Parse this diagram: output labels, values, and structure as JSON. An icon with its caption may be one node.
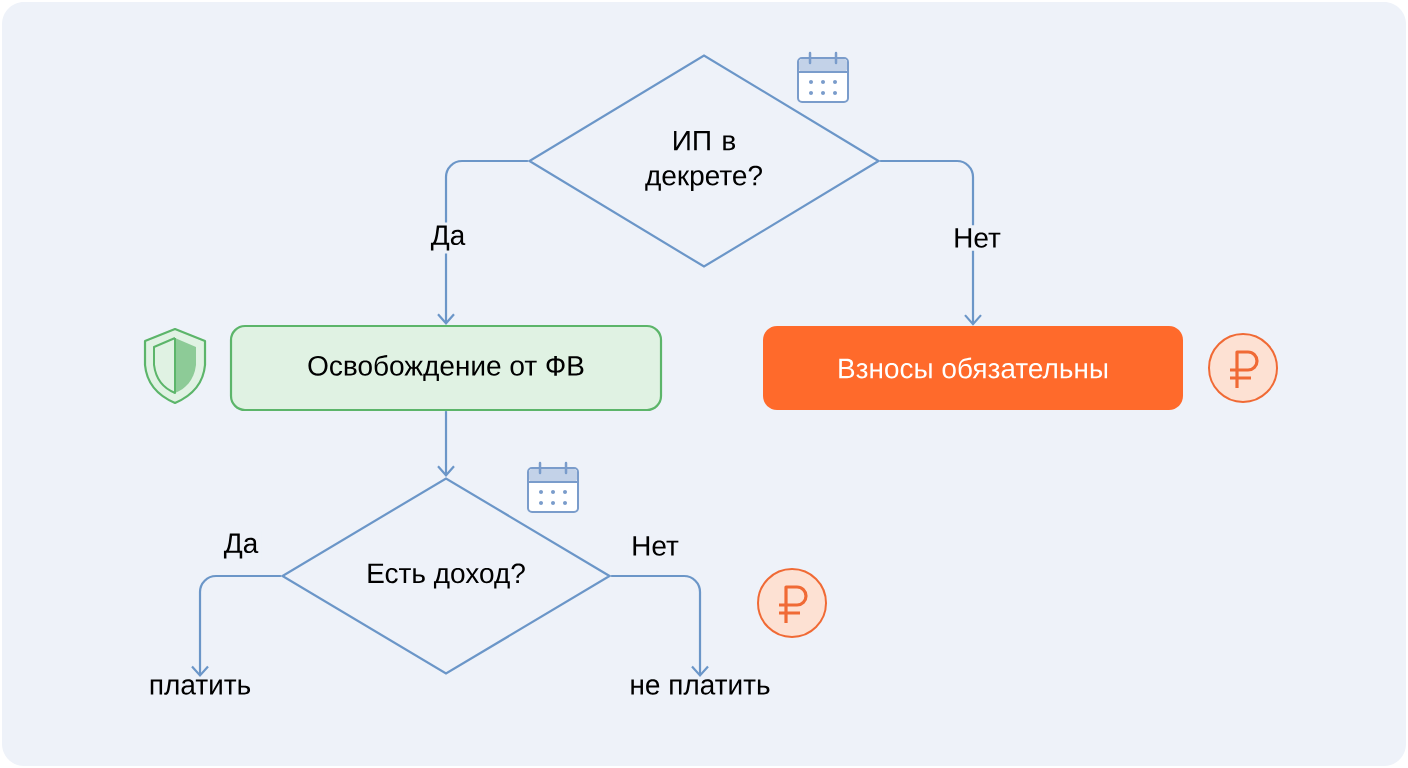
{
  "diagram": {
    "nodes": [
      {
        "text": [
          "ИП в декрете?"
        ]
      },
      {
        "text": [
          "Освобождение от ФВ"
        ]
      },
      {
        "text": [
          "Взносы обязательны"
        ]
      },
      {
        "text": [
          "Есть доход?"
        ]
      },
      {
        "text": [
          "платить"
        ]
      },
      {
        "text": [
          "не платить"
        ]
      }
    ],
    "edges": [
      {
        "from": 0,
        "to": 1,
        "arrow": "to",
        "label": "Да"
      },
      {
        "from": 0,
        "to": 2,
        "arrow": "to",
        "label": "Нет"
      },
      {
        "from": 1,
        "to": 3,
        "arrow": "to"
      },
      {
        "from": 3,
        "to": 4,
        "arrow": "to",
        "label": "Да"
      },
      {
        "from": 3,
        "to": 5,
        "arrow": "to",
        "label": "Нет"
      }
    ]
  }
}
